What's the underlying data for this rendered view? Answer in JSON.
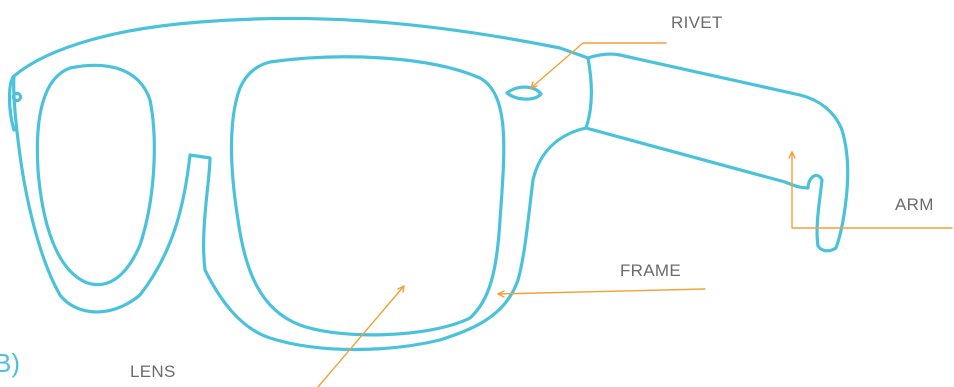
{
  "colors": {
    "outline": "#4bc2dc",
    "leader": "#f2a03a",
    "label": "#6b6b6b"
  },
  "labels": {
    "rivet": "RIVET",
    "arm": "ARM",
    "frame": "FRAME",
    "lens": "LENS"
  },
  "corner_mark": "B)"
}
